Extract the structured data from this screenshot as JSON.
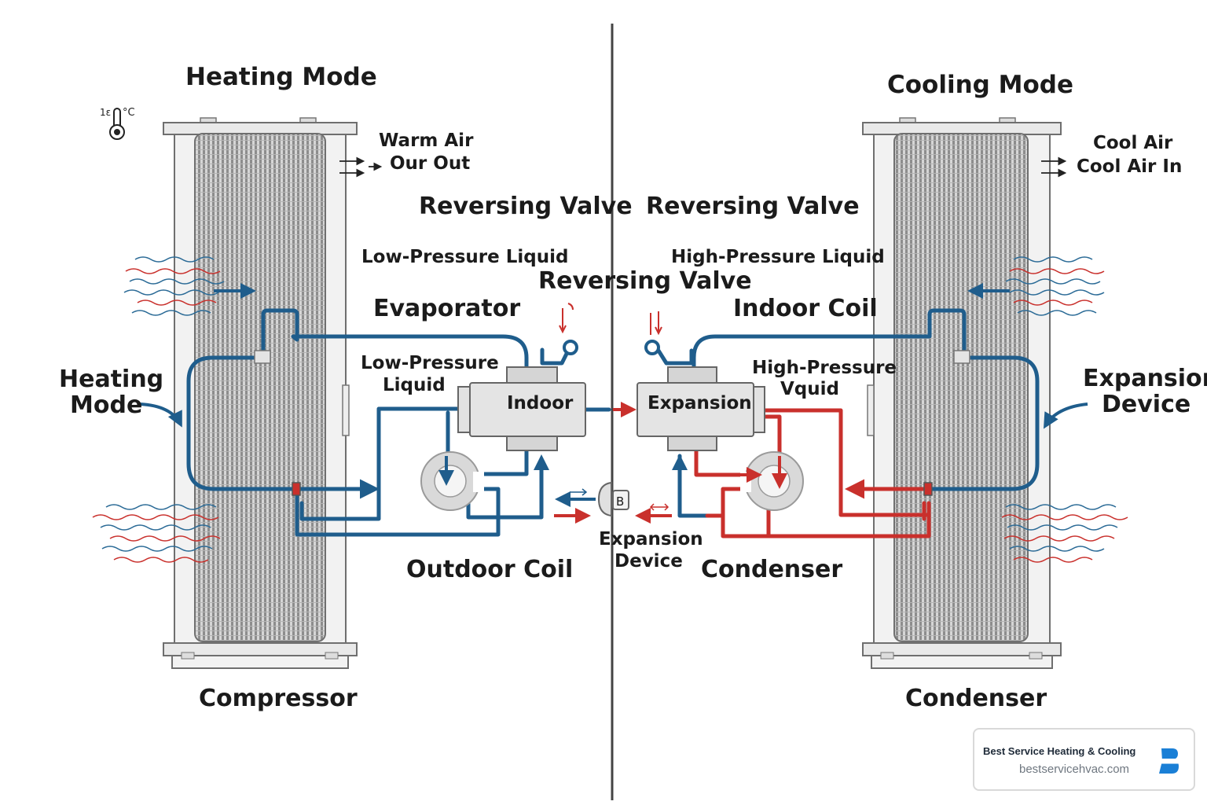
{
  "colors": {
    "cold_line": "#1f5d8c",
    "hot_line": "#c9302c",
    "coil_frame": "#e9e9e9",
    "coil_fins": "#8d8d8d",
    "divider": "#444444",
    "brand_blue": "#1a7fd6"
  },
  "heating": {
    "title": "Heating Mode",
    "thermo_text": "1ε",
    "thermo_unit": "°C",
    "air_line1": "Warm Air",
    "air_line2": "Our Out",
    "reversing_valve": "Reversing Valve",
    "low_pressure_top": "Low-Pressure Liquid",
    "evaporator": "Evaporator",
    "low_pressure_line1": "Low-Pressure",
    "low_pressure_line2": "Liquid",
    "mode_line1": "Heating",
    "mode_line2": "Mode",
    "block_label": "Indoor",
    "outdoor_coil": "Outdoor Coil",
    "compressor": "Compressor"
  },
  "center": {
    "reversing_valve": "Reversing Valve",
    "expansion_line1": "Expansion",
    "expansion_line2": "Device",
    "badge": "B"
  },
  "cooling": {
    "title": "Cooling Mode",
    "air_line1": "Cool Air",
    "air_line2": "Cool Air In",
    "reversing_valve": "Reversing Valve",
    "high_pressure_top": "High-Pressure Liquid",
    "indoor_coil": "Indoor Coil",
    "high_pressure_line1": "High-Pressure",
    "high_pressure_line2": "Vquid",
    "expansion_line1": "Expansion",
    "expansion_line2": "Device",
    "block_label": "Expansion",
    "condenser_mid": "Condenser",
    "condenser_bottom": "Condenser"
  },
  "brand": {
    "name": "Best Service Heating & Cooling",
    "url": "bestservicehvac.com",
    "logo_icon": "brand-b-logo-icon"
  }
}
